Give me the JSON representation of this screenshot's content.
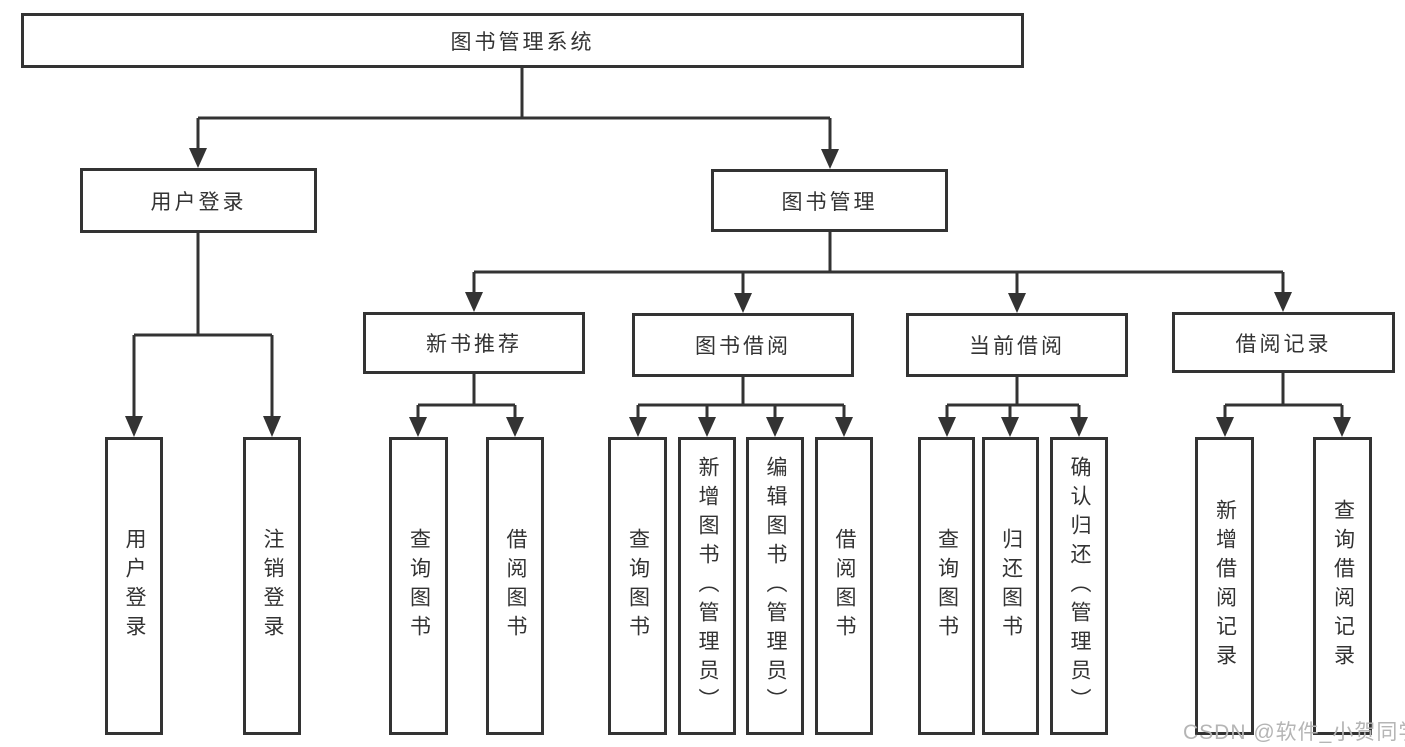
{
  "diagram": {
    "root": {
      "label": "图书管理系统",
      "children": [
        {
          "label": "用户登录",
          "children": [
            {
              "label": "用户登录"
            },
            {
              "label": "注销登录"
            }
          ]
        },
        {
          "label": "图书管理",
          "children": [
            {
              "label": "新书推荐",
              "children": [
                {
                  "label": "查询图书"
                },
                {
                  "label": "借阅图书"
                }
              ]
            },
            {
              "label": "图书借阅",
              "children": [
                {
                  "label": "查询图书"
                },
                {
                  "label": "新增图书（管理员）"
                },
                {
                  "label": "编辑图书（管理员）"
                },
                {
                  "label": "借阅图书"
                }
              ]
            },
            {
              "label": "当前借阅",
              "children": [
                {
                  "label": "查询图书"
                },
                {
                  "label": "归还图书"
                },
                {
                  "label": "确认归还（管理员）"
                }
              ]
            },
            {
              "label": "借阅记录",
              "children": [
                {
                  "label": "新增借阅记录"
                },
                {
                  "label": "查询借阅记录"
                }
              ]
            }
          ]
        }
      ]
    },
    "line_color": "#333333",
    "background_color": "#ffffff"
  },
  "watermark": "CSDN @软件_小贺同学"
}
